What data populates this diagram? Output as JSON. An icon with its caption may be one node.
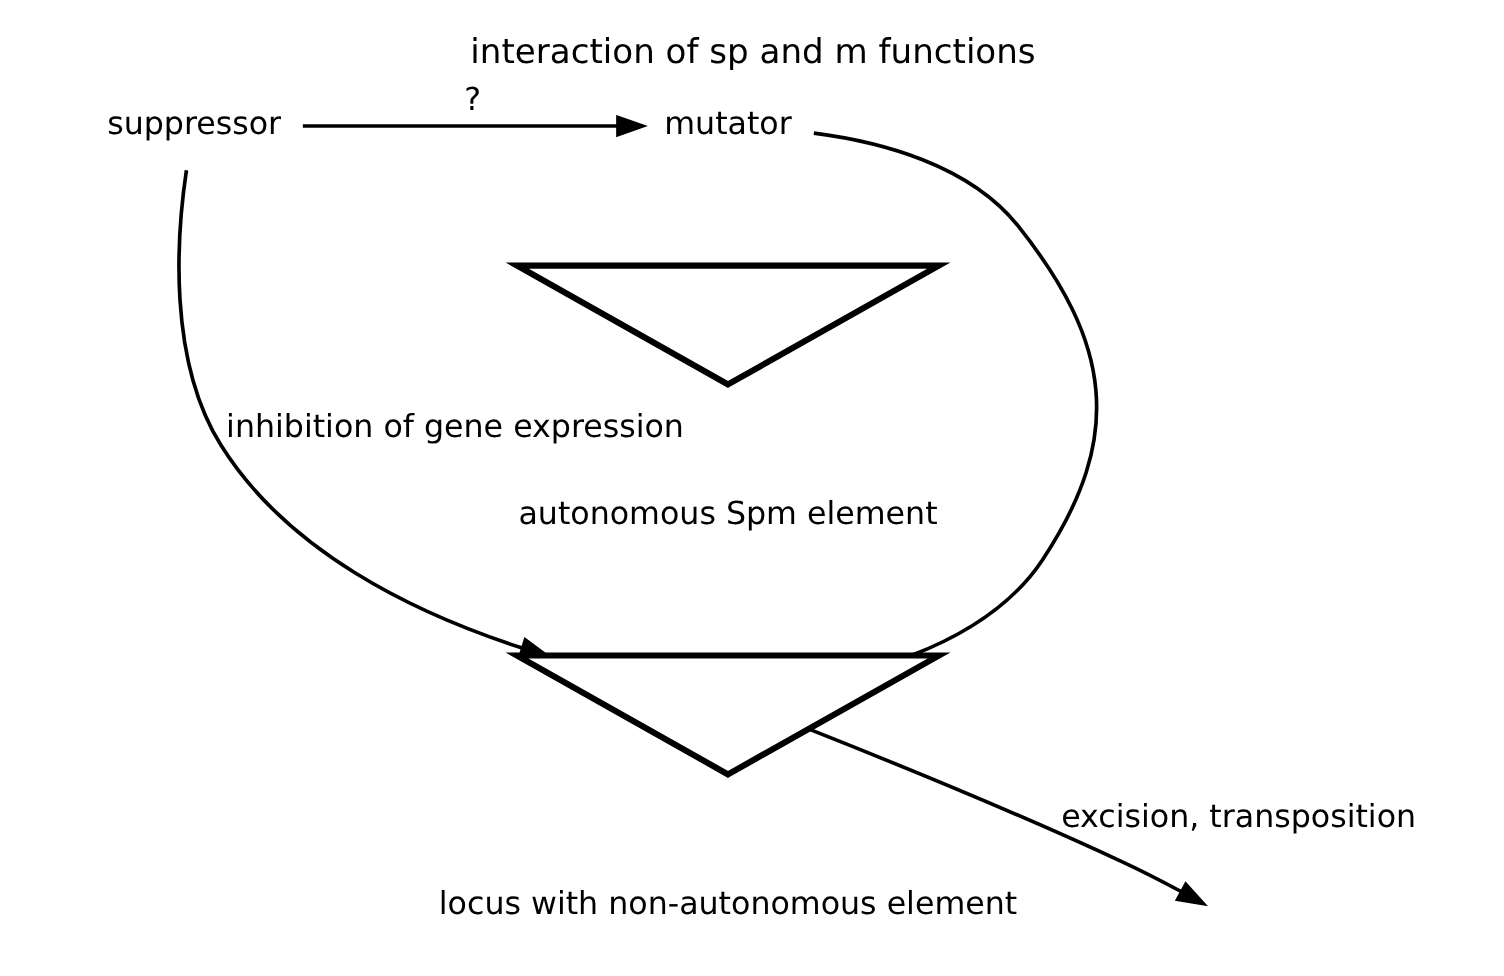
{
  "diagram": {
    "title": "interaction of sp and m functions",
    "nodes": [
      {
        "text": [
          "suppressor"
        ]
      },
      {
        "text": [
          "mutator"
        ]
      },
      {
        "text": [],
        "shape": "triangle",
        "beside": [
          "autonomous Spm element"
        ]
      },
      {
        "text": [],
        "shape": "triangle",
        "beside": [
          "locus with non-autonomous element"
        ]
      }
    ],
    "edges": [
      {
        "from": 0,
        "to": 1,
        "arrow": "to",
        "label": "?"
      },
      {
        "from": 0,
        "to": 3,
        "arrow": "to",
        "label": "inhibition of gene expression"
      },
      {
        "from": 1,
        "to": 3,
        "arrow": "none"
      },
      {
        "from": 3,
        "to": null,
        "arrow": "to",
        "label": "excision, transposition"
      }
    ]
  }
}
